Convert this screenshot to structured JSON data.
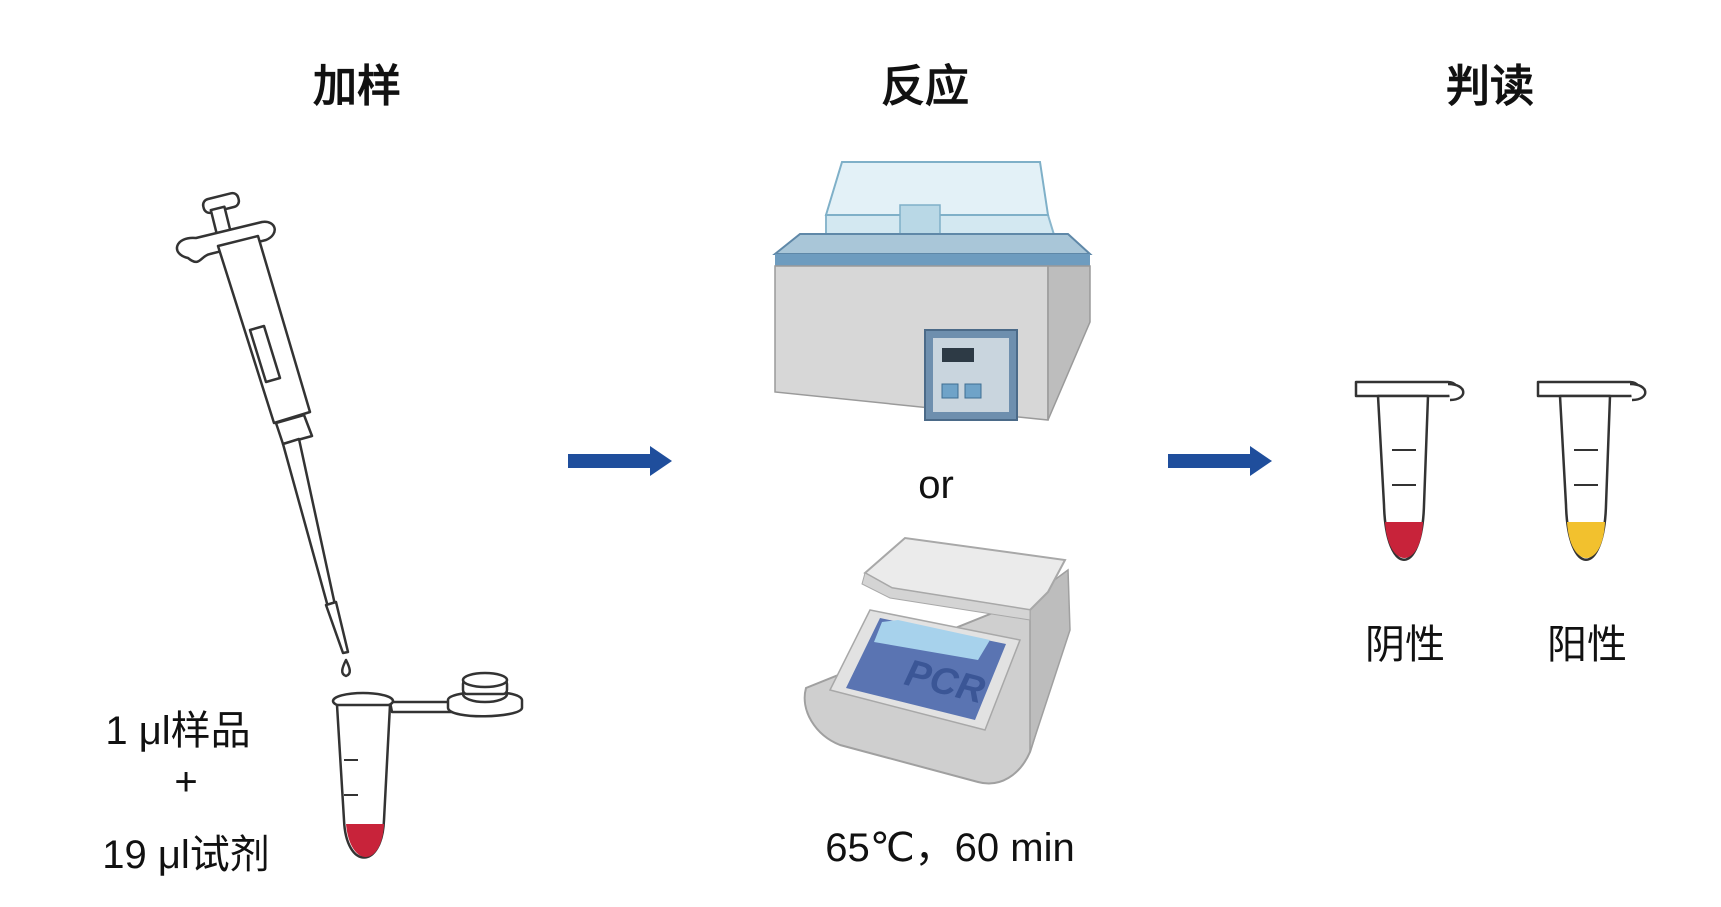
{
  "steps": {
    "load": {
      "title": "加样",
      "sample_label": "1 μl样品",
      "plus": "+",
      "reagent_label": "19 μl试剂"
    },
    "react": {
      "title": "反应",
      "or_label": "or",
      "pcr_label": "PCR",
      "condition_label": "65℃，60 min"
    },
    "read": {
      "title": "判读",
      "negative_label": "阴性",
      "positive_label": "阳性"
    }
  },
  "colors": {
    "arrow": "#1f4e9c",
    "red_liquid": "#c8233a",
    "yellow_liquid": "#f2c12e",
    "water_bath_body": "#d7d7d7",
    "water_bath_rim": "#6e9cbf",
    "pcr_screen": "#5a74b2"
  },
  "icons": [
    "pipette-icon",
    "tube-icon",
    "water-bath-icon",
    "pcr-machine-icon",
    "arrow-right-icon"
  ]
}
